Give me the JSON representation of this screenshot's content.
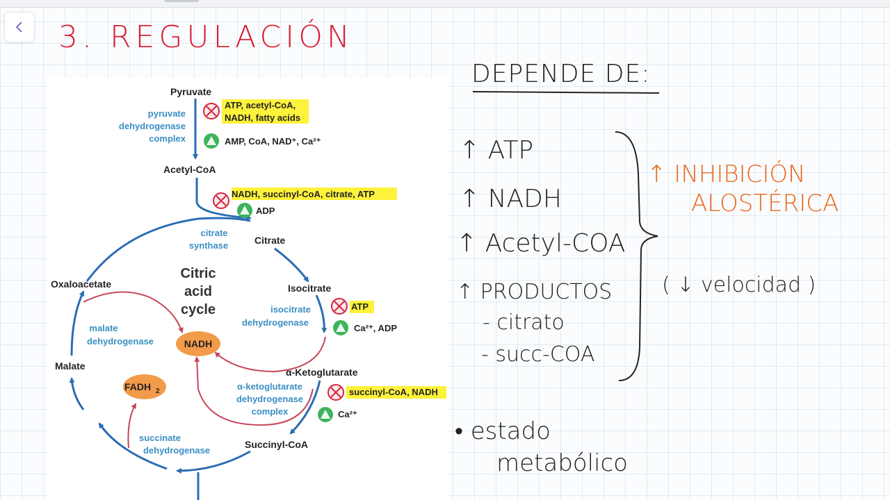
{
  "page": {
    "title": "3. REGULACIÓN"
  },
  "figure": {
    "pyruvate": "Pyruvate",
    "pdh_enzyme": [
      "pyruvate",
      "dehydrogenase",
      "complex"
    ],
    "pdh_inhibitors": [
      "ATP, acetyl-CoA,",
      "NADH, fatty acids"
    ],
    "pdh_activators": "AMP, CoA, NAD⁺, Ca²⁺",
    "acetyl_coa": "Acetyl-CoA",
    "cs_inhibitors": "NADH, succinyl-CoA, citrate, ATP",
    "cs_activators": "ADP",
    "cs_enzyme": [
      "citrate",
      "synthase"
    ],
    "citrate": "Citrate",
    "cycle_label": [
      "Citric",
      "acid",
      "cycle"
    ],
    "oxaloacetate": "Oxaloacetate",
    "isocitrate": "Isocitrate",
    "idh_enzyme": [
      "isocitrate",
      "dehydrogenase"
    ],
    "idh_inhibitors": "ATP",
    "idh_activators": "Ca²⁺, ADP",
    "mdh_enzyme": [
      "malate",
      "dehydrogenase"
    ],
    "nadh": "NADH",
    "malate": "Malate",
    "akg": "α-Ketoglutarate",
    "fadh2": "FADH",
    "fadh2_sub": "2",
    "akgdh_enzyme": [
      "α-ketoglutarate",
      "dehydrogenase",
      "complex"
    ],
    "akgdh_inhibitors": "succinyl-CoA, NADH",
    "akgdh_activators": "Ca²⁺",
    "sdh_enzyme": [
      "succinate",
      "dehydrogenase"
    ],
    "succinyl_coa": "Succinyl-CoA"
  },
  "notes": {
    "heading": "DEPENDE DE:",
    "items": [
      "↑ ATP",
      "↑ NADH",
      "↑ Acetyl-COA",
      "↑ PRODUCTOS"
    ],
    "subitems": [
      "- citrato",
      "- succ-COA"
    ],
    "effect": [
      "↑ INHIBICIÓN",
      "ALOSTÉRICA"
    ],
    "velocity": "( ↓ velocidad )",
    "bullet": [
      "• estado",
      "metabólico"
    ]
  },
  "colors": {
    "title_red": "#d81f36",
    "arrow_blue": "#2b6cb4",
    "enzyme_blue": "#3a8fc4",
    "feedback_red": "#c7465a",
    "highlight": "#fff23a",
    "activator_green": "#3db35c",
    "inhibitor_red": "#d3263f",
    "nadh_orange": "#f29b4a",
    "note_orange": "#e9661e"
  }
}
